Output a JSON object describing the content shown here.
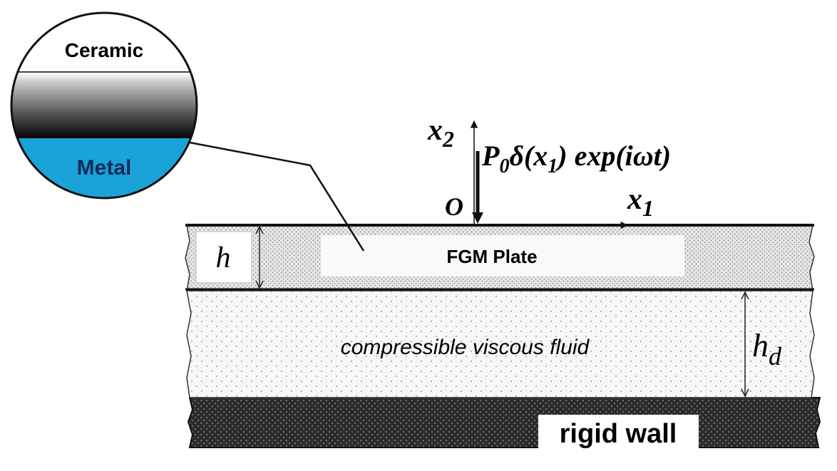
{
  "inset": {
    "top_label": "Ceramic",
    "bottom_label": "Metal",
    "metal_color": "#1aa3d9"
  },
  "layers": {
    "plate_label": "FGM Plate",
    "fluid_label": "compressible viscous fluid",
    "wall_label": "rigid wall"
  },
  "dimensions": {
    "plate_thickness_symbol": "h",
    "fluid_depth_symbol": "h",
    "fluid_depth_subscript": "d"
  },
  "axes": {
    "x2_label": "x",
    "x2_subscript": "2",
    "x1_label": "x",
    "x1_subscript": "1",
    "origin_label": "O"
  },
  "load": {
    "p": "P",
    "p_sub": "0",
    "delta_open": "δ(x",
    "x_sub": "1",
    "close_exp": ") exp(iωt)"
  }
}
